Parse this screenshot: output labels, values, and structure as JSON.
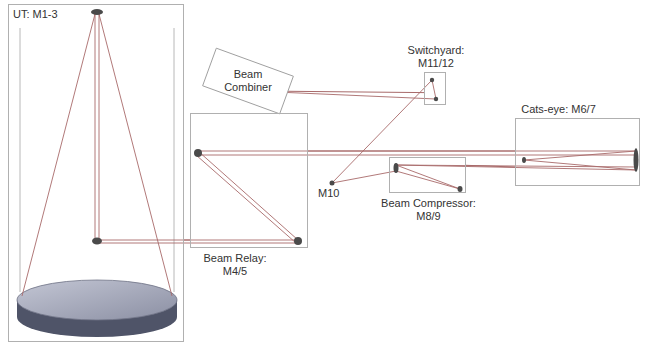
{
  "diagram": {
    "nodes": [
      {
        "text": [
          "UT: M1-3"
        ]
      },
      {
        "text": [
          "Beam Combiner"
        ]
      },
      {
        "text": [
          "Switchyard: M11/12"
        ]
      },
      {
        "text": [
          "Beam Relay: M4/5"
        ]
      },
      {
        "text": [
          "Beam Compressor: M8/9"
        ]
      },
      {
        "text": [
          "Cats-eye: M6/7"
        ]
      }
    ],
    "edges": [
      {
        "from": 0,
        "to": 3,
        "arrow": "none"
      },
      {
        "from": 3,
        "to": 5,
        "arrow": "none"
      },
      {
        "from": 5,
        "to": 4,
        "arrow": "none"
      },
      {
        "from": 2,
        "to": 1,
        "arrow": "none"
      }
    ],
    "labels": [
      "M10"
    ]
  }
}
